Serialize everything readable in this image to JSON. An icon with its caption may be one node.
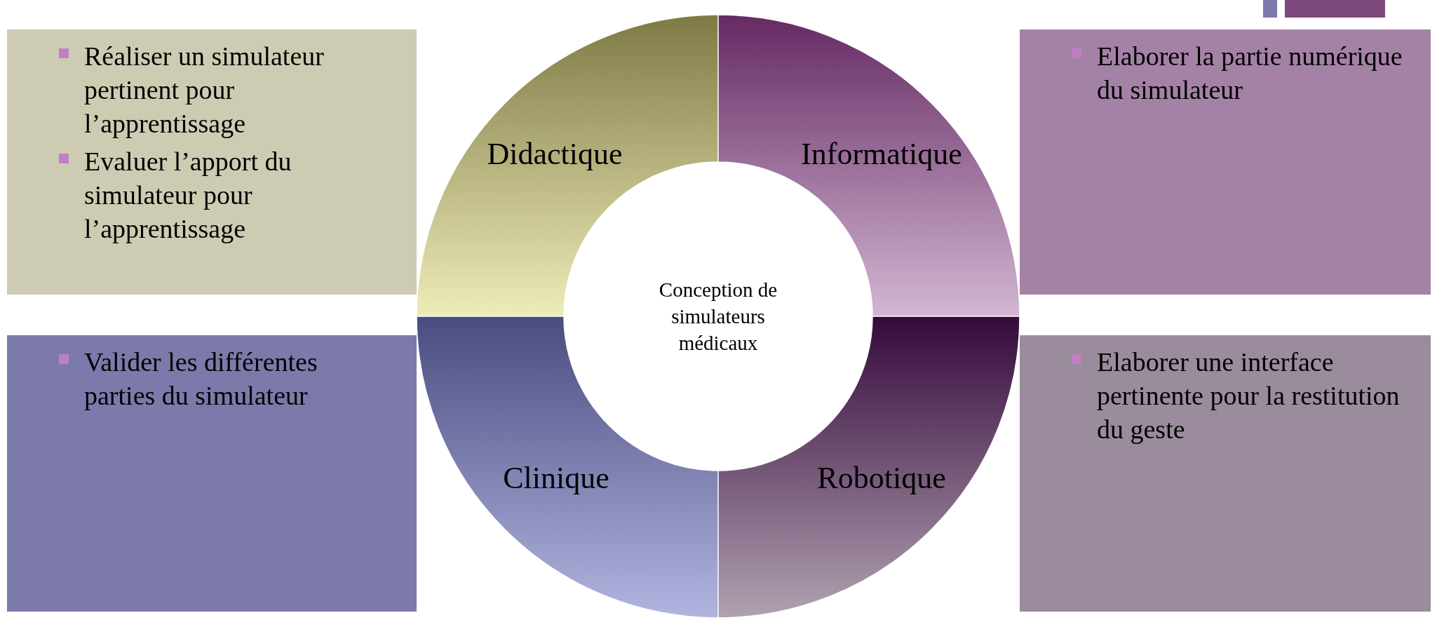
{
  "diagram": {
    "nodes": [
      {
        "text": [
          "Réaliser un simulateur pertinent pour l’apprentissage",
          "Evaluer l’apport du simulateur pour l’apprentissage"
        ]
      },
      {
        "text": [
          "Didactique"
        ]
      },
      {
        "text": [
          "Informatique"
        ]
      },
      {
        "text": [
          "Elaborer la partie numérique du simulateur"
        ]
      },
      {
        "text": [
          "Conception de simulateurs médicaux"
        ]
      },
      {
        "text": [
          "Valider les différentes parties du simulateur"
        ]
      },
      {
        "text": [
          "Clinique"
        ]
      },
      {
        "text": [
          "Robotique"
        ]
      },
      {
        "text": [
          "Elaborer une interface pertinente pour la restitution du geste"
        ]
      }
    ]
  }
}
